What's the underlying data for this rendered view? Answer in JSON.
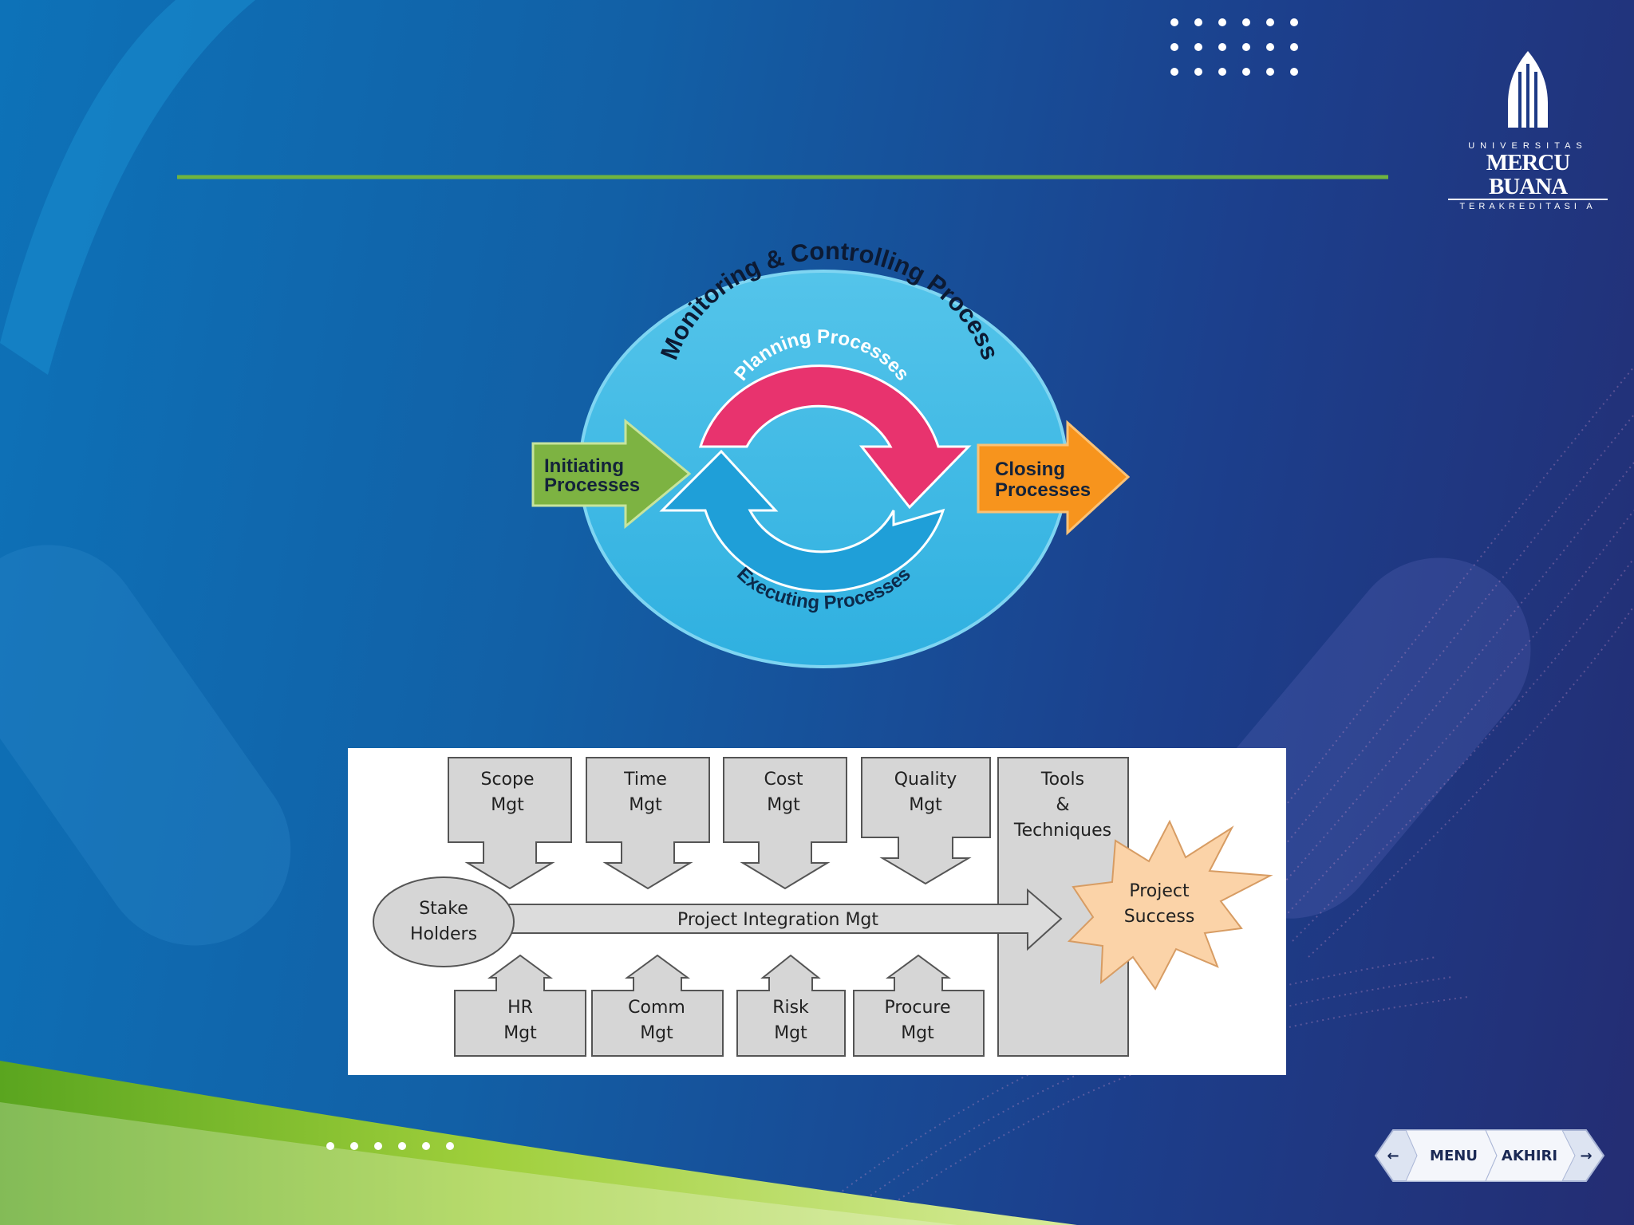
{
  "logo": {
    "top": "UNIVERSITAS",
    "name": "MERCU BUANA",
    "tagline": "TERAKREDITASI A"
  },
  "cycle": {
    "monitoring": "Monitoring & Controlling Process",
    "planning": "Planning Processes",
    "executing": "Executing Processes",
    "initiating": [
      "Initiating",
      "Processes"
    ],
    "closing": [
      "Closing",
      "Processes"
    ]
  },
  "diagram": {
    "top_boxes": [
      [
        "Scope",
        "Mgt"
      ],
      [
        "Time",
        "Mgt"
      ],
      [
        "Cost",
        "Mgt"
      ],
      [
        "Quality",
        "Mgt"
      ]
    ],
    "bottom_boxes": [
      [
        "HR",
        "Mgt"
      ],
      [
        "Comm",
        "Mgt"
      ],
      [
        "Risk",
        "Mgt"
      ],
      [
        "Procure",
        "Mgt"
      ]
    ],
    "tools": [
      "Tools",
      "&",
      "Techniques"
    ],
    "stakeholders": [
      "Stake",
      "Holders"
    ],
    "integration": "Project Integration Mgt",
    "success": [
      "Project",
      "Success"
    ]
  },
  "nav": {
    "menu": "MENU",
    "end": "AKHIRI"
  },
  "colors": {
    "green_line": "#6fb43f",
    "planning": "#e8336e",
    "executing": "#1f9fd8",
    "closing": "#f7941d",
    "initiating": "#7db342"
  }
}
